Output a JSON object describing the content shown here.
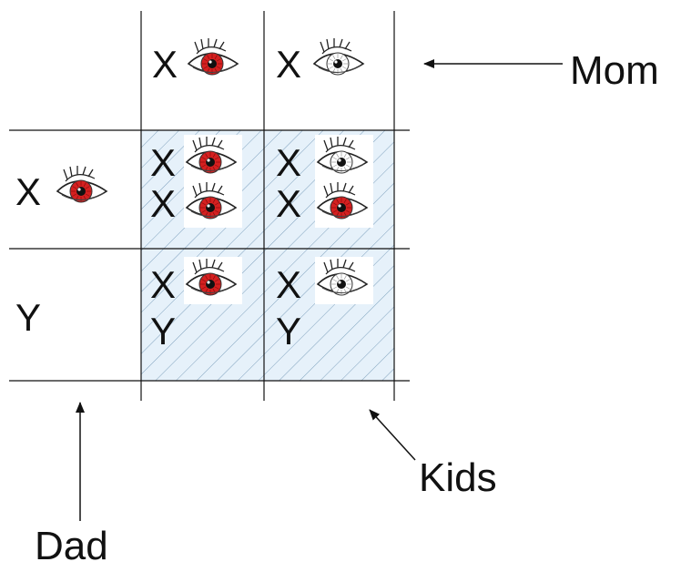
{
  "colors": {
    "red_eye": "#d42020",
    "white_eye": "#ffffff",
    "hatch_fill": "#e6f1fa",
    "hatch_line": "#7fa1bd",
    "grid_line": "#111111"
  },
  "mom": {
    "label": "Mom",
    "alleles": [
      {
        "allele": "X",
        "eye": "red"
      },
      {
        "allele": "X",
        "eye": "white"
      }
    ]
  },
  "dad": {
    "label": "Dad",
    "alleles": [
      {
        "allele": "X",
        "eye": "red"
      },
      {
        "allele": "Y",
        "eye": "none"
      }
    ]
  },
  "kids": {
    "label": "Kids",
    "cells": [
      [
        {
          "top": "X",
          "top_eye": "red",
          "bottom": "X",
          "bottom_eye": "red"
        },
        {
          "top": "X",
          "top_eye": "white",
          "bottom": "X",
          "bottom_eye": "red"
        }
      ],
      [
        {
          "top": "X",
          "top_eye": "red",
          "bottom": "Y",
          "bottom_eye": "none"
        },
        {
          "top": "X",
          "top_eye": "white",
          "bottom": "Y",
          "bottom_eye": "none"
        }
      ]
    ]
  }
}
